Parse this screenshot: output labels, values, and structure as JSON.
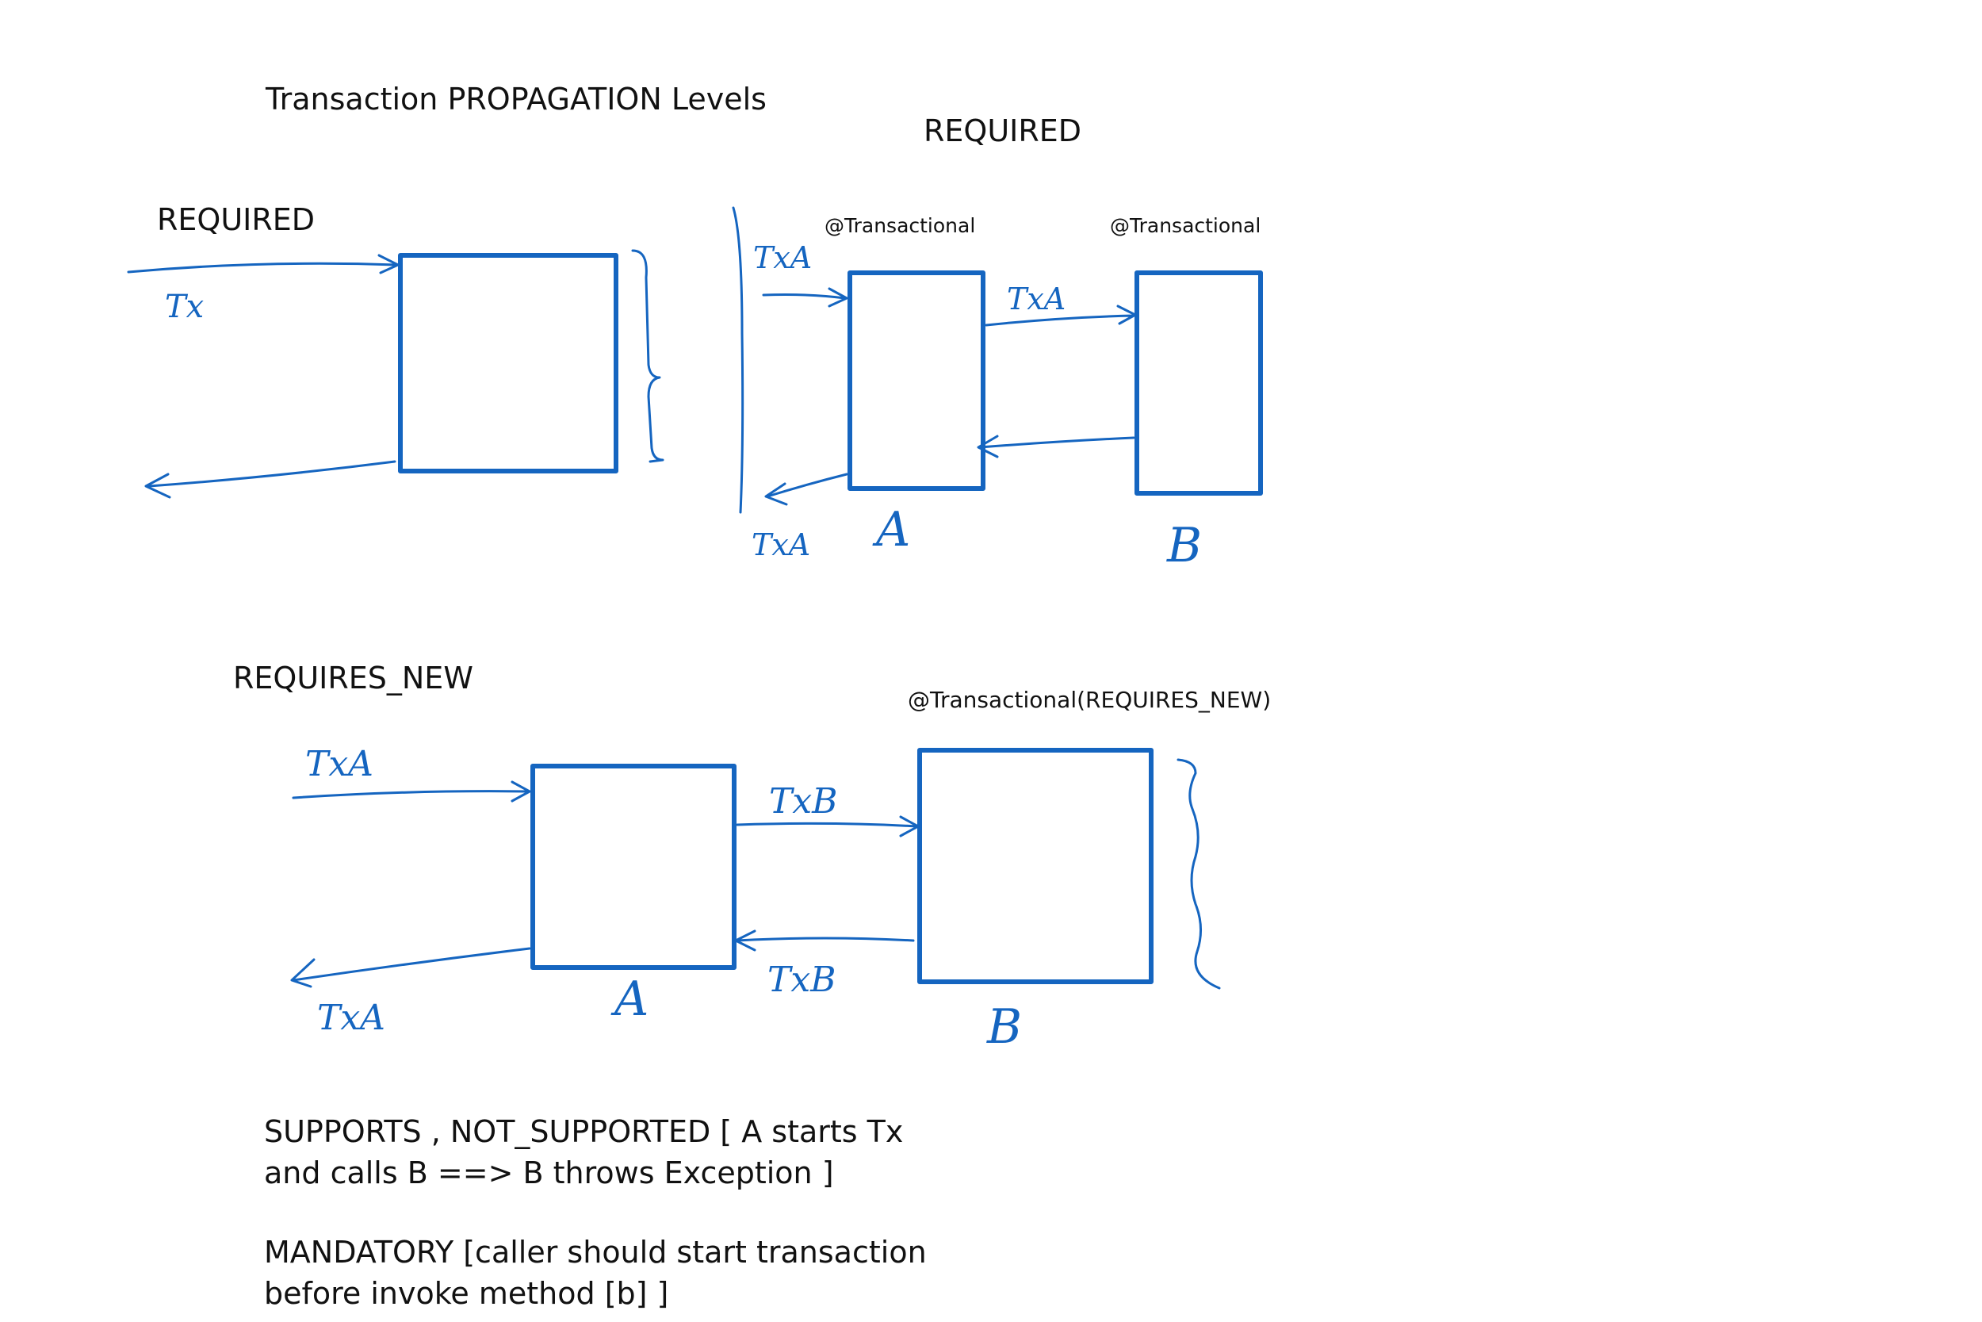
{
  "title": "Transaction PROPAGATION Levels",
  "colors": {
    "ink_black": "#111111",
    "ink_blue": "#1565c0",
    "background": "#ffffff"
  },
  "required_simple": {
    "heading": "REQUIRED",
    "tx_label": "Tx"
  },
  "required_chain": {
    "heading": "REQUIRED",
    "annotation_a": "@Transactional",
    "annotation_b": "@Transactional",
    "incoming_label": "TxA",
    "a_to_b_label": "TxA",
    "return_label": "TxA",
    "box_a_label": "A",
    "box_b_label": "B"
  },
  "requires_new": {
    "heading": "REQUIRES_NEW",
    "annotation_b": "@Transactional(REQUIRES_NEW)",
    "incoming_label": "TxA",
    "return_label": "TxA",
    "a_to_b_label": "TxB",
    "b_to_a_label": "TxB",
    "box_a_label": "A",
    "box_b_label": "B"
  },
  "notes": {
    "supports_line1": "SUPPORTS , NOT_SUPPORTED [ A starts Tx",
    "supports_line2": "and calls B ==> B throws Exception ]",
    "mandatory_line1": "MANDATORY [caller should start transaction",
    "mandatory_line2": "before invoke method [b] ]"
  }
}
